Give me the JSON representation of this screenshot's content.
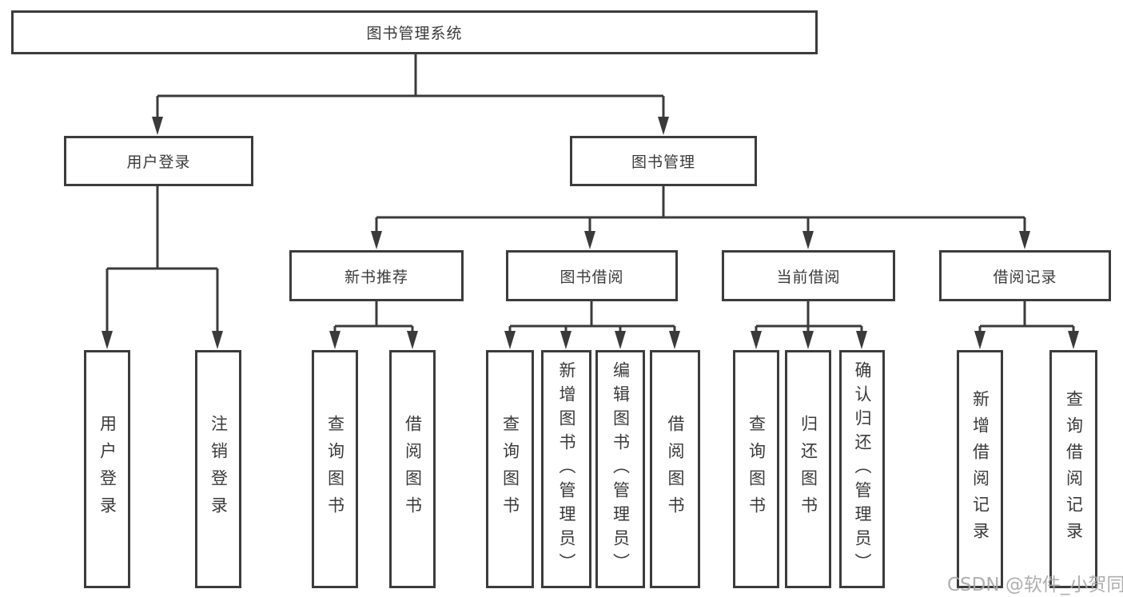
{
  "diagram": {
    "root": {
      "label": "图书管理系统"
    },
    "branches": {
      "user_login": {
        "label": "用户登录",
        "children": {
          "login": "用户登录",
          "logout": "注销登录"
        }
      },
      "book_mgmt": {
        "label": "图书管理",
        "children": {
          "new_book": {
            "label": "新书推荐",
            "children": {
              "query": "查询图书",
              "borrow": "借阅图书"
            }
          },
          "book_borrow": {
            "label": "图书借阅",
            "children": {
              "query": "查询图书",
              "add": "新增图书（管理员）",
              "edit": "编辑图书（管理员）",
              "borrow": "借阅图书"
            }
          },
          "current_borrow": {
            "label": "当前借阅",
            "children": {
              "query": "查询图书",
              "return": "归还图书",
              "confirm": "确认归还（管理员）"
            }
          },
          "borrow_records": {
            "label": "借阅记录",
            "children": {
              "add": "新增借阅记录",
              "query": "查询借阅记录"
            }
          }
        }
      }
    },
    "watermark": "CSDN @软件_小贺同学",
    "colors": {
      "line": "#3b3b3b",
      "text": "#3a3a3a",
      "box_background": "#ffffff",
      "watermark": "#a8a8a8"
    }
  }
}
